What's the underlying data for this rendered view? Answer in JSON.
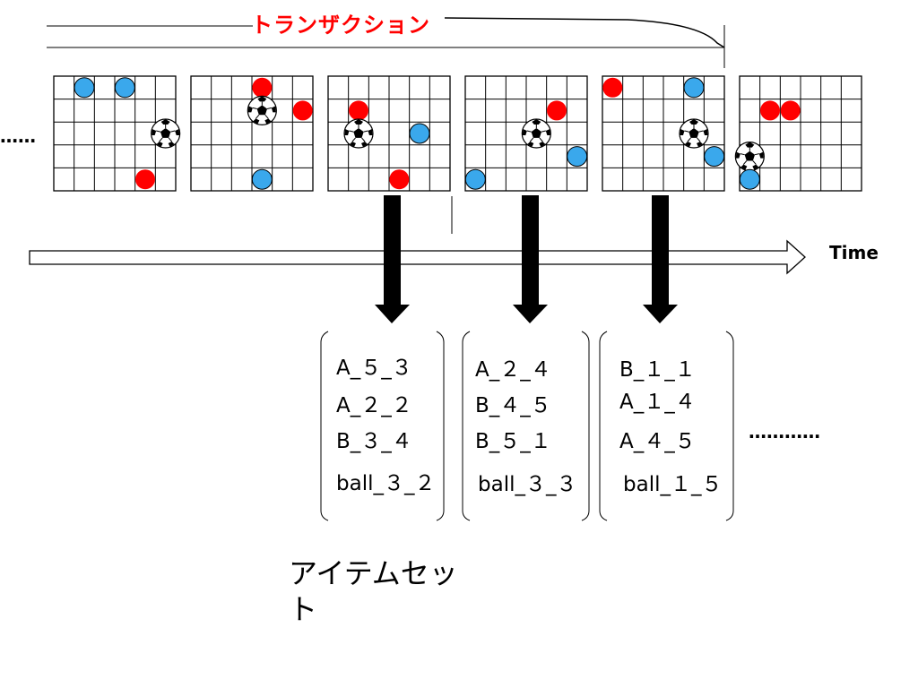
{
  "transaction_label": "トランザクション",
  "time_label": "Time",
  "ellipsis_left": "……",
  "ellipsis_right": "…………",
  "itemset_label": "アイテムセット",
  "colors": {
    "team_a": "#ff0000",
    "team_b": "#3aa8ec",
    "arrow": "#000000",
    "label_accent": "#ff0000"
  },
  "icons": {
    "ball": "soccer-ball-icon"
  },
  "frames": [
    {
      "pieces": [
        {
          "type": "B",
          "col": 1,
          "row": 0
        },
        {
          "type": "B",
          "col": 3,
          "row": 0
        },
        {
          "type": "ball",
          "col": 5,
          "row": 2
        },
        {
          "type": "A",
          "col": 4,
          "row": 4
        }
      ]
    },
    {
      "pieces": [
        {
          "type": "A",
          "col": 3,
          "row": 0
        },
        {
          "type": "ball",
          "col": 3,
          "row": 1
        },
        {
          "type": "A",
          "col": 5,
          "row": 1
        },
        {
          "type": "B",
          "col": 3,
          "row": 4
        }
      ]
    },
    {
      "pieces": [
        {
          "type": "A",
          "col": 1,
          "row": 1
        },
        {
          "type": "ball",
          "col": 1,
          "row": 2
        },
        {
          "type": "B",
          "col": 4,
          "row": 2
        },
        {
          "type": "A",
          "col": 3,
          "row": 4
        }
      ]
    },
    {
      "pieces": [
        {
          "type": "A",
          "col": 4,
          "row": 1
        },
        {
          "type": "ball",
          "col": 3,
          "row": 2
        },
        {
          "type": "B",
          "col": 5,
          "row": 3
        },
        {
          "type": "B",
          "col": 0,
          "row": 4
        }
      ]
    },
    {
      "pieces": [
        {
          "type": "A",
          "col": 0,
          "row": 0
        },
        {
          "type": "B",
          "col": 4,
          "row": 0
        },
        {
          "type": "ball",
          "col": 4,
          "row": 2
        },
        {
          "type": "B",
          "col": 5,
          "row": 3
        }
      ]
    },
    {
      "pieces": [
        {
          "type": "A",
          "col": 1,
          "row": 1
        },
        {
          "type": "A",
          "col": 2,
          "row": 1
        },
        {
          "type": "ball",
          "col": 0,
          "row": 3
        },
        {
          "type": "B",
          "col": 0,
          "row": 4
        }
      ]
    }
  ],
  "itemsets": [
    {
      "items": [
        "A_５_３",
        "A_２_２",
        "B_３_４",
        "ball_３_２"
      ]
    },
    {
      "items": [
        "A_２_４",
        "B_４_５",
        "B_５_１",
        "ball_３_３"
      ]
    },
    {
      "items": [
        "B_１_１",
        "A_１_４",
        "A_４_５",
        "ball_１_５"
      ]
    }
  ]
}
